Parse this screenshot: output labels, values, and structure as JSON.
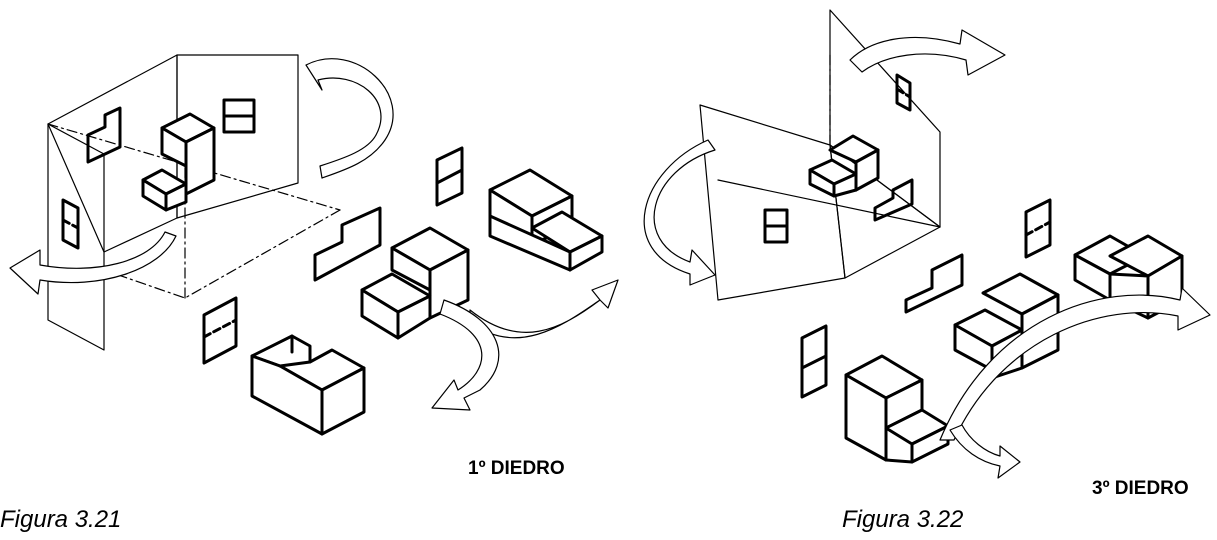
{
  "left_panel": {
    "label": "1º DIEDRO",
    "caption": "Figura 3.21"
  },
  "right_panel": {
    "label": "3º DIEDRO",
    "caption": "Figura 3.22"
  }
}
